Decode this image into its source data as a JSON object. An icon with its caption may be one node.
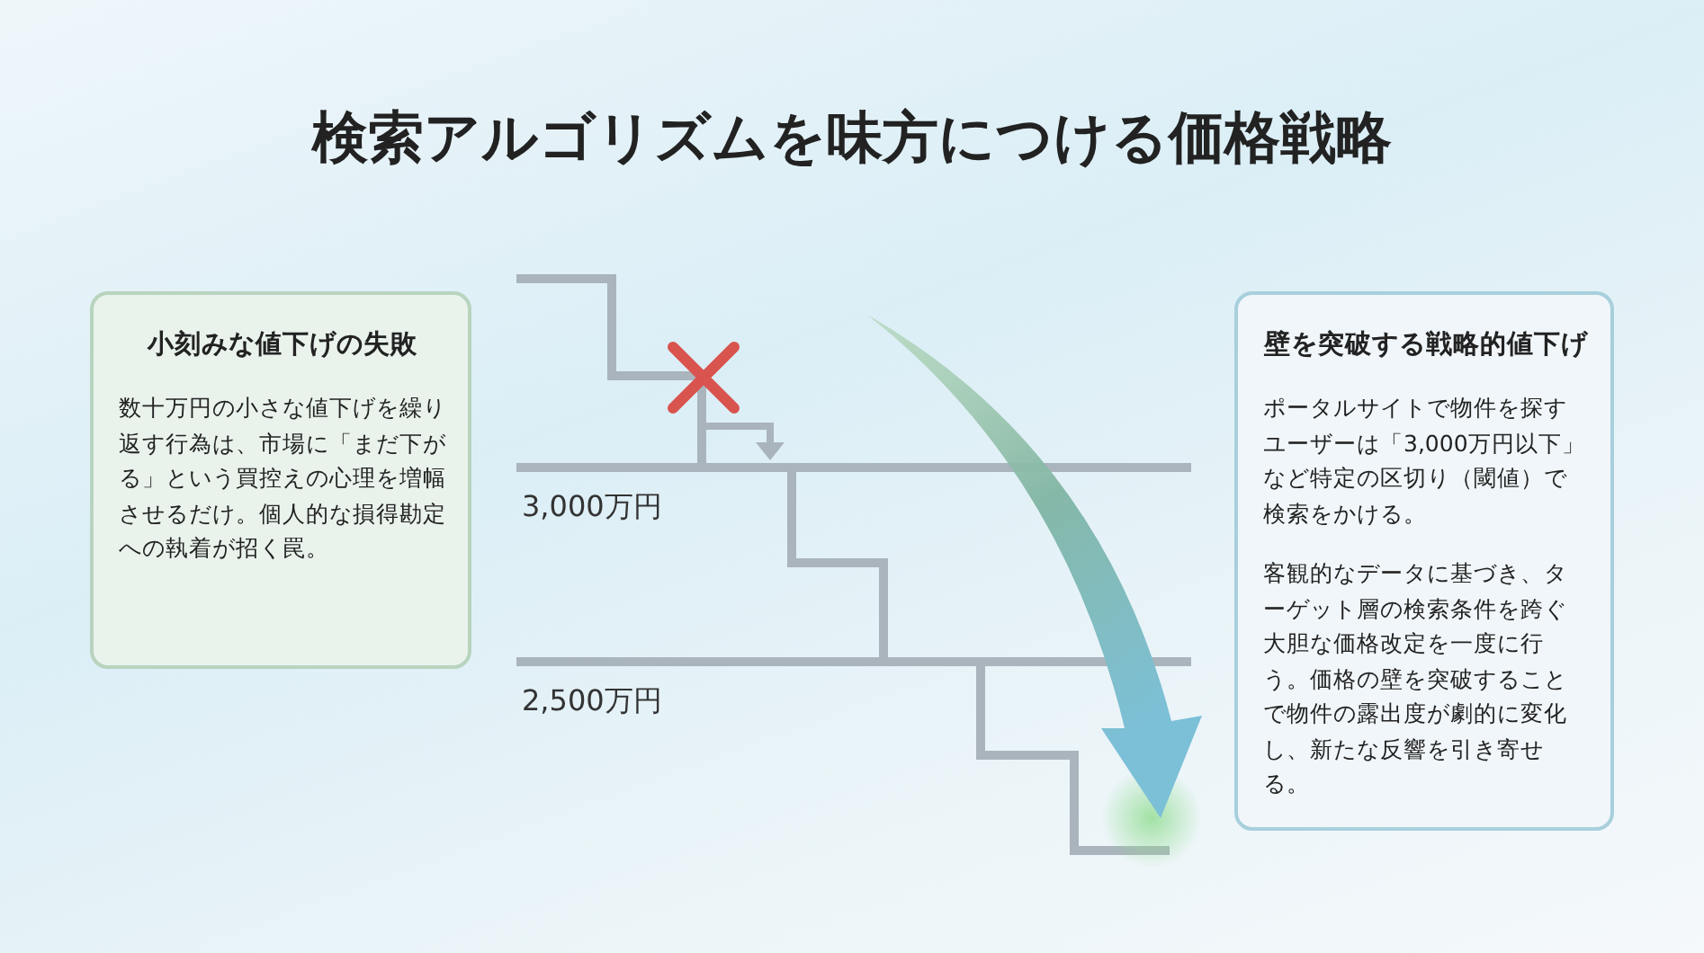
{
  "diagram": {
    "title": "検索アルゴリズムを味方につける価格戦略",
    "nodes": [
      {
        "text": [
          "小刻みな値下げの失敗",
          "数十万円の小さな値下げを繰り返す行為は、市場に「まだ下がる」という買控えの心理を増幅させるだけ。個人的な損得勘定への執着が招く罠。"
        ]
      },
      {
        "text": [
          "壁を突破する戦略的値下げ",
          "ポータルサイトで物件を探すユーザーは「3,000万円以下」など特定の区切り（閾値）で検索をかける。",
          "客観的なデータに基づき、ターゲット層の検索条件を跨ぐ大胆な価格改定を一度に行う。価格の壁を突破することで物件の露出度が劇的に変化し、新たな反響を引き寄せる。"
        ]
      }
    ],
    "edges": [],
    "labels": [
      "3,000万円",
      "2,500万円"
    ]
  }
}
